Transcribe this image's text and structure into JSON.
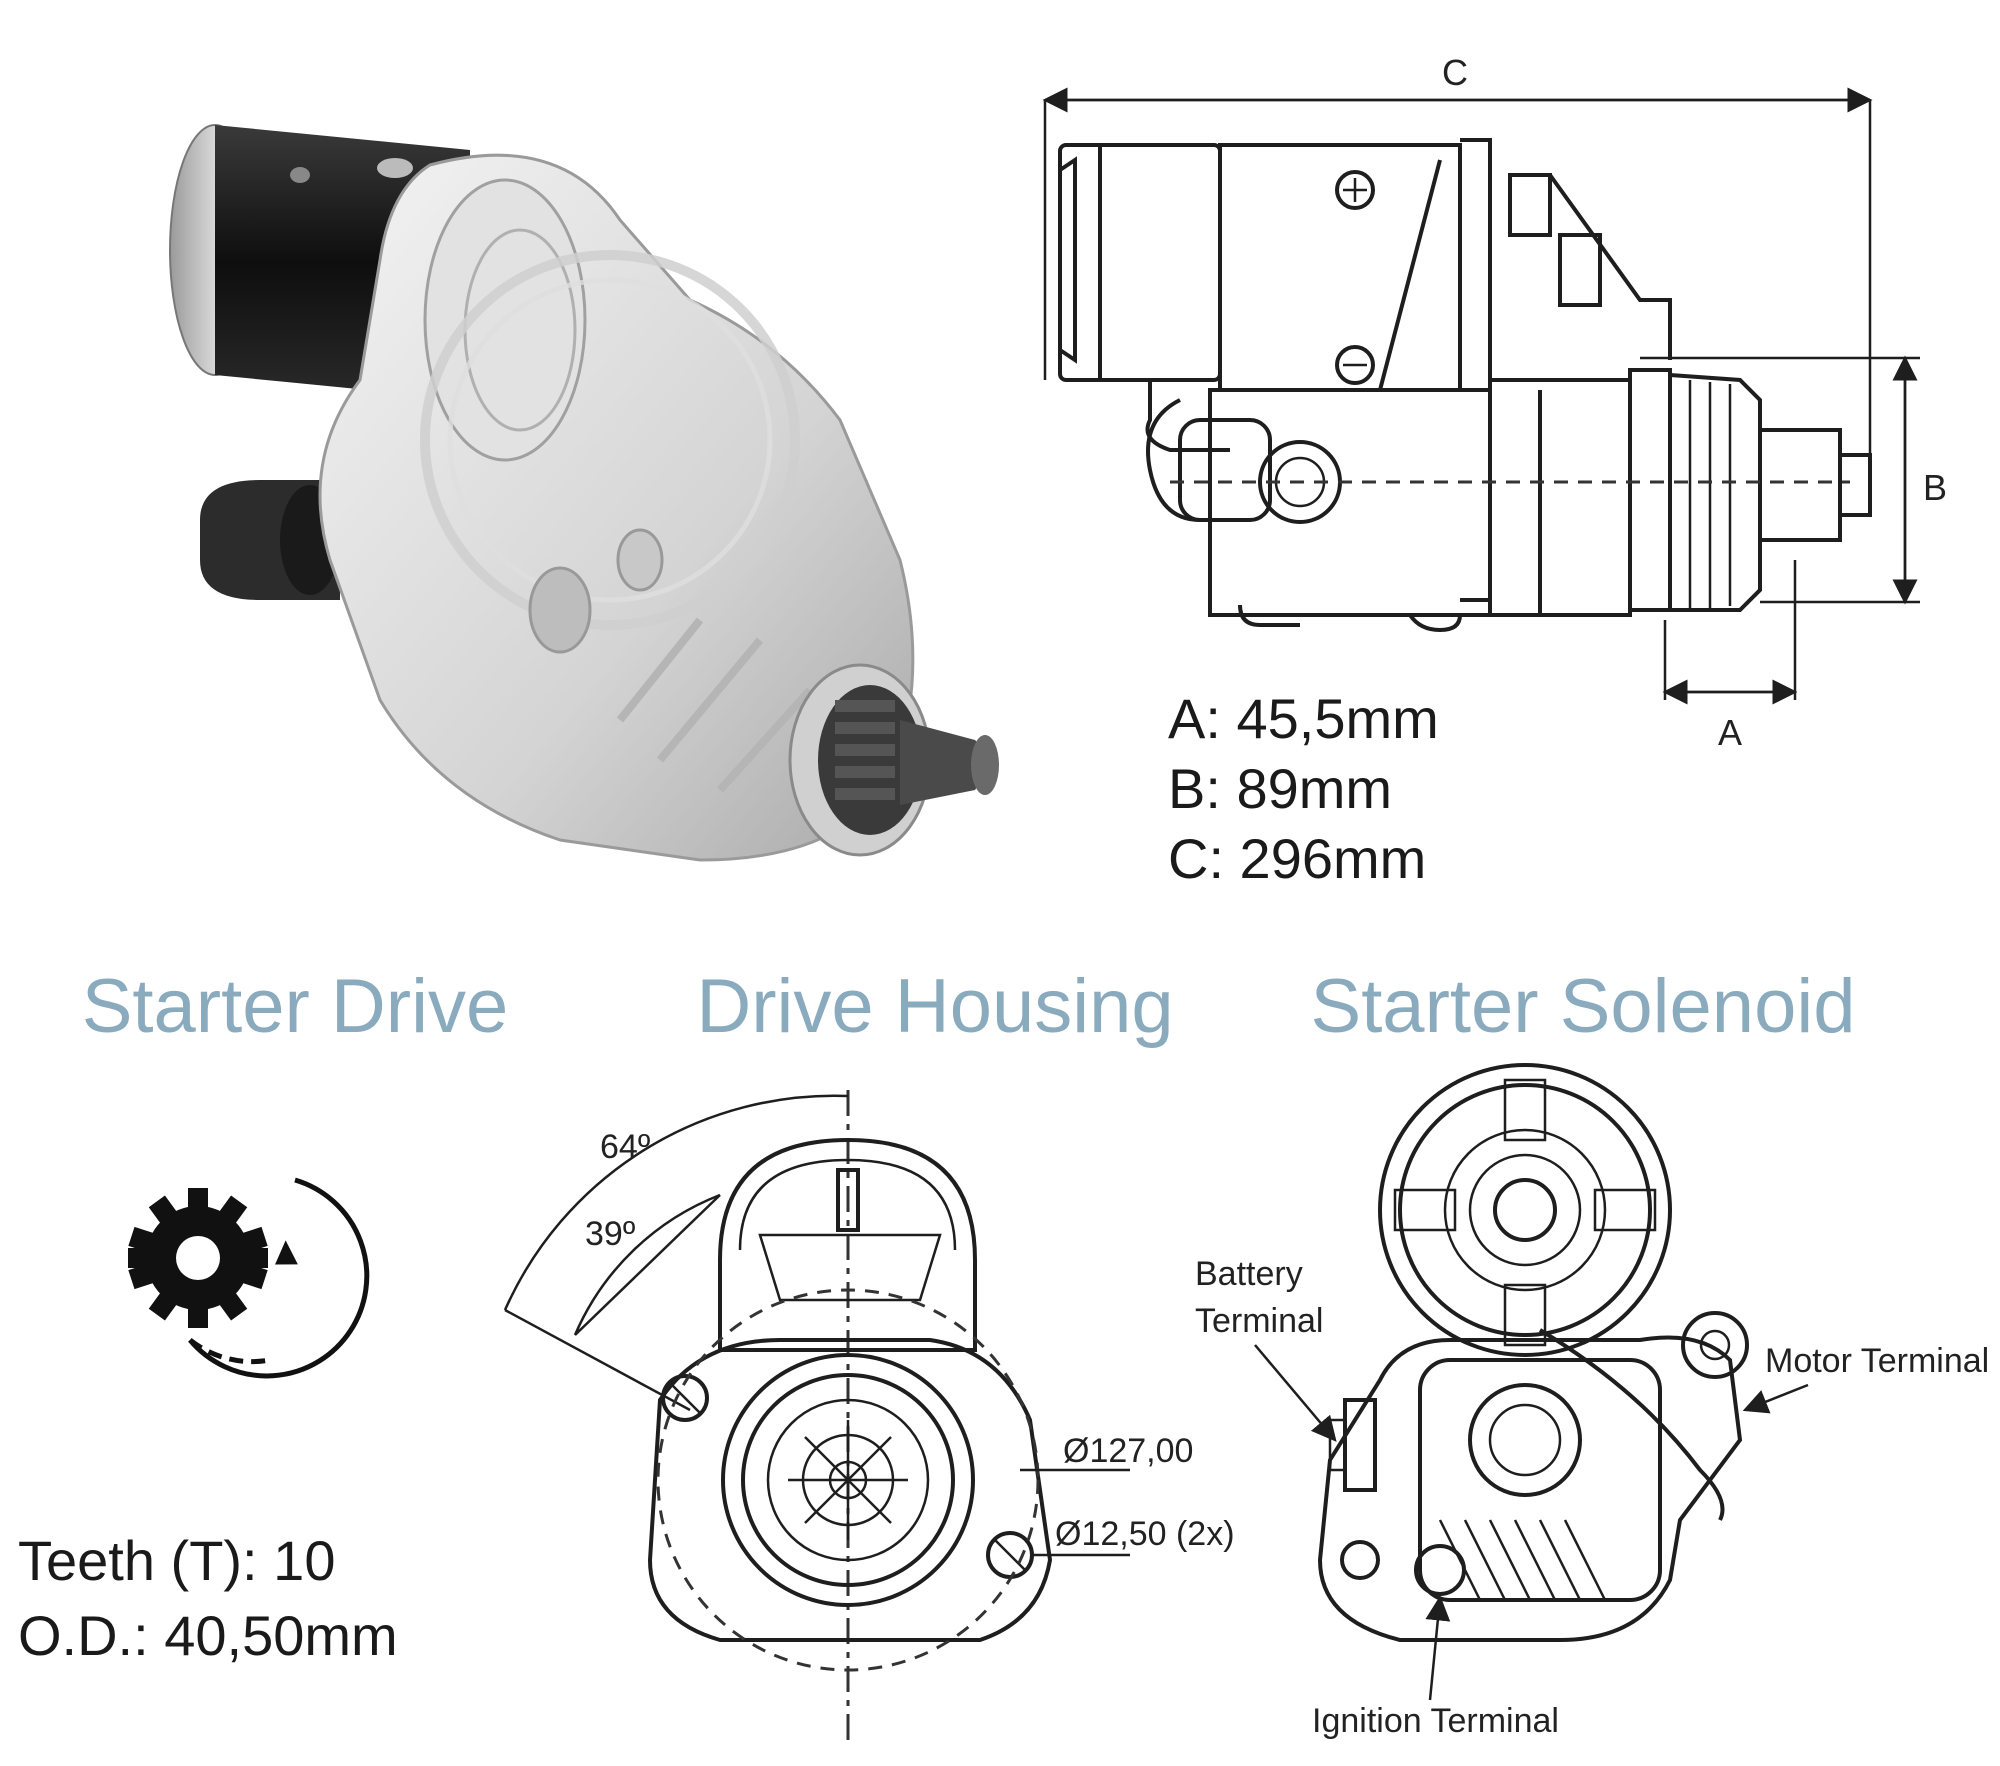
{
  "colors": {
    "title_blue": "#8aaabe",
    "ink": "#1e1e1e",
    "body_dark": "#1b1b1b",
    "body_light": "#cfcfcf"
  },
  "side_view": {
    "dim_c_label": "C",
    "dim_b_label": "B",
    "dim_a_label": "A"
  },
  "dimensions": {
    "a": "A: 45,5mm",
    "b": "B: 89mm",
    "c": "C: 296mm"
  },
  "sections": {
    "starter_drive": "Starter Drive",
    "drive_housing": "Drive Housing",
    "starter_solenoid": "Starter Solenoid"
  },
  "starter_drive": {
    "icon": "gear-rotation-icon",
    "teeth": "Teeth (T):  10",
    "od": "O.D.: 40,50mm"
  },
  "drive_housing": {
    "angle_outer": "64º",
    "angle_inner": "39º",
    "diameter_main": "Ø127,00",
    "diameter_holes": "Ø12,50 (2x)"
  },
  "solenoid": {
    "battery_terminal_1": "Battery",
    "battery_terminal_2": "Terminal",
    "motor_terminal": "Motor Terminal",
    "ignition_terminal": "Ignition Terminal"
  }
}
